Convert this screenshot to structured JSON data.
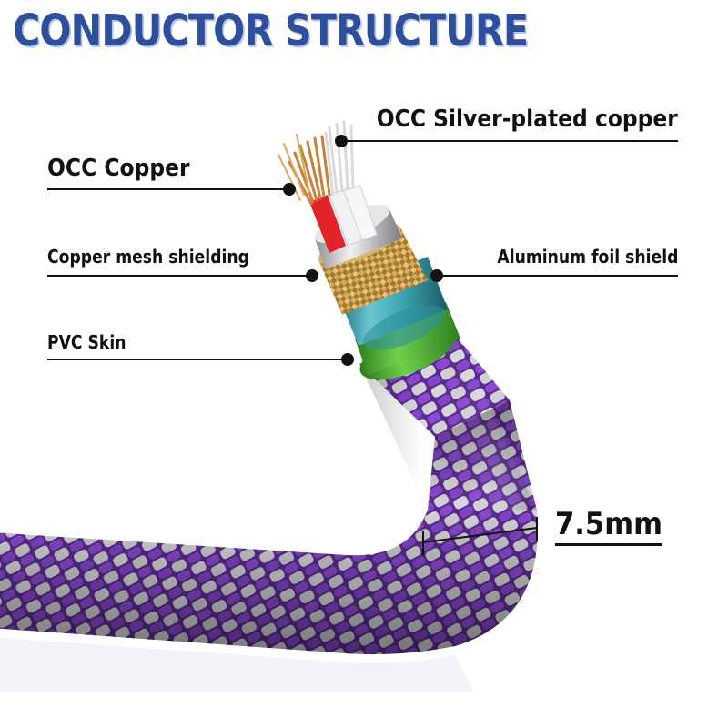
{
  "title": "CONDUCTOR STRUCTURE",
  "labels": {
    "occ_silver": "OCC Silver-plated copper",
    "occ_copper": "OCC Copper",
    "copper_mesh": "Copper mesh shielding",
    "aluminum_foil": "Aluminum foil shield",
    "pvc_skin": "PVC Skin"
  },
  "dimension": "7.5mm",
  "colors": {
    "title": "#2d4f9e",
    "braid_purple": "#6a2fa6",
    "braid_white": "#d9d9dc",
    "pvc_green": "#4caf32",
    "inner_teal": "#3aa3b0",
    "mesh_gold": "#c9a24e",
    "wire_red": "#e3222a",
    "wire_white": "#f2f2f2"
  }
}
